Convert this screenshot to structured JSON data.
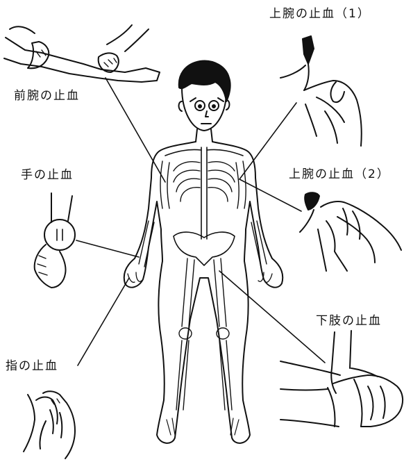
{
  "labels": {
    "upper_arm_1": "上腕の止血（1）",
    "forearm": "前腕の止血",
    "hand": "手の止血",
    "upper_arm_2": "上腕の止血（2）",
    "lower_limb": "下肢の止血",
    "finger": "指の止血"
  },
  "colors": {
    "ink": "#111111",
    "background": "#ffffff"
  }
}
